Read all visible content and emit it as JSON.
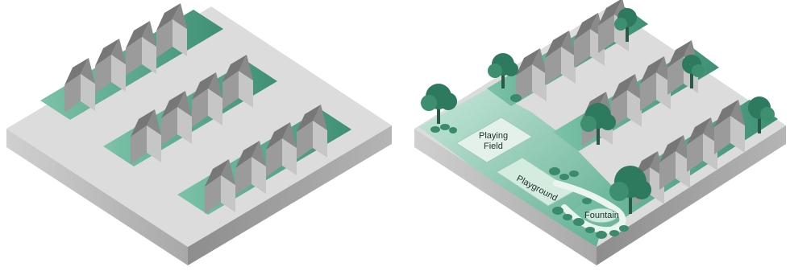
{
  "labels": {
    "playing_field_line1": "Playing",
    "playing_field_line2": "Field",
    "playground": "Playground",
    "fountain": "Fountain"
  },
  "colors": {
    "ground_top": "#dcdcdc",
    "ground_side_left": "#b9b9b9",
    "ground_side_right": "#9c9c9c",
    "lawn": "#4a9d83",
    "lawn_light": "#a9d5c4",
    "house_roof": "#777777",
    "house_front": "#9b9b9b",
    "house_side": "#c6c6c6",
    "tree_dark": "#2d7a5e",
    "tree_mid": "#3d8f70",
    "shrub": "#3b8a6b"
  }
}
